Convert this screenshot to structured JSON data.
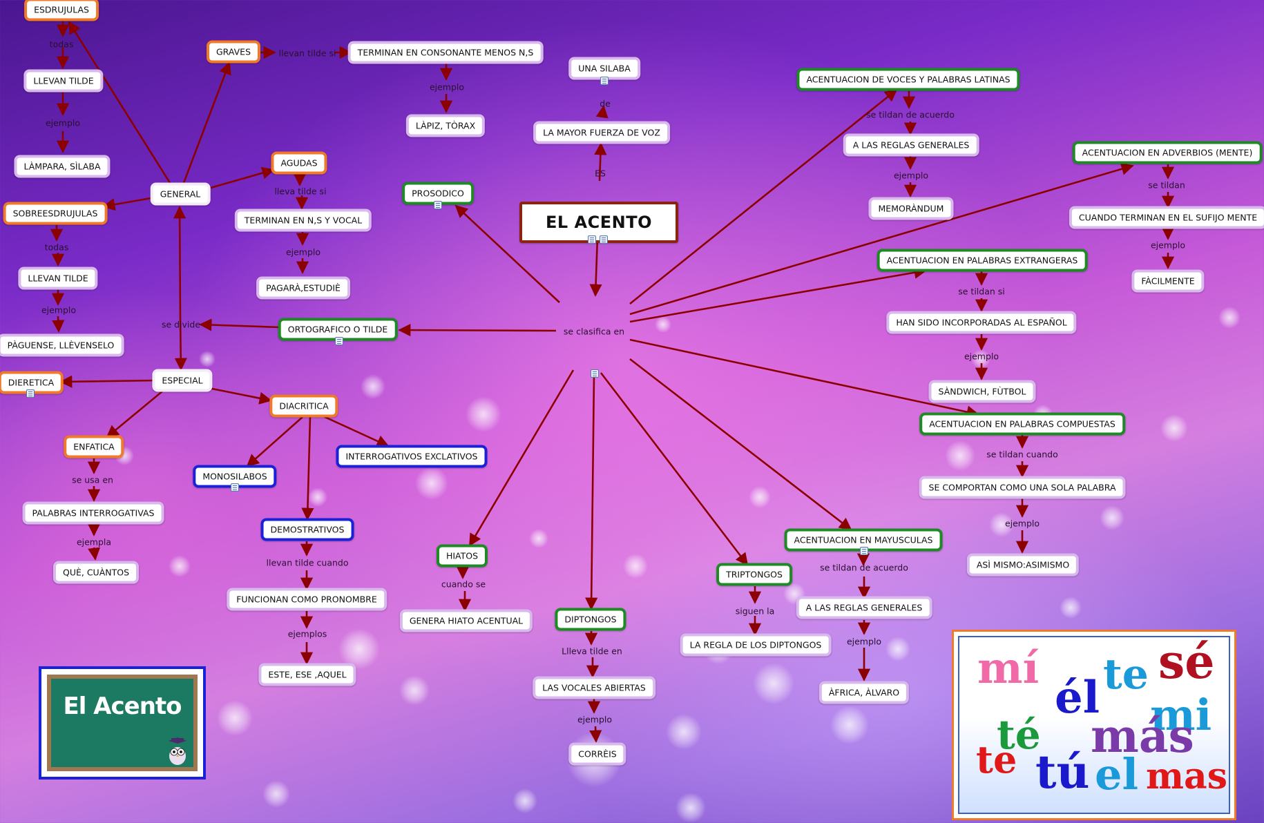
{
  "root": "EL ACENTO",
  "nodes": {
    "una_silaba": "UNA SILABA",
    "mayor_fuerza": "LA MAYOR FUERZA DE VOZ",
    "prosodico": "PROSODICO",
    "ortografico": "ORTOGRAFICO O TILDE",
    "general": "GENERAL",
    "especial": "ESPECIAL",
    "esdrujulas": "ESDRUJULAS",
    "llevan_tilde_1": "LLEVAN TILDE",
    "lampara": "LÀMPARA, SÌLABA",
    "graves": "GRAVES",
    "terminan_consonante": "TERMINAN EN CONSONANTE MENOS N,S",
    "lapiz": "LÀPIZ, TÒRAX",
    "agudas": "AGUDAS",
    "terminan_nsv": "TERMINAN EN N,S Y VOCAL",
    "pagara": "PAGARÀ,ESTUDIÈ",
    "sobreesdrujulas": "SOBREESDRUJULAS",
    "llevan_tilde_2": "LLEVAN TILDE",
    "paguense": "PÀGUENSE, LLÈVENSELO",
    "dieretica": "DIERETICA",
    "diacritica": "DIACRITICA",
    "enfatica": "ENFATICA",
    "palabras_interrogativas": "PALABRAS INTERROGATIVAS",
    "que_cuantos": "QUÈ, CUÀNTOS",
    "monosilabos": "MONOSILABOS",
    "interrogativos": "INTERROGATIVOS EXCLATIVOS",
    "demostrativos": "DEMOSTRATIVOS",
    "funcionan": "FUNCIONAN COMO PRONOMBRE",
    "este_ese": "ESTE, ESE ,AQUEL",
    "hiatos": "HIATOS",
    "genera_hiato": "GENERA HIATO ACENTUAL",
    "diptongos": "DIPTONGOS",
    "vocales_abiertas": "LAS VOCALES ABIERTAS",
    "correis": "CORRÈIS",
    "triptongos": "TRIPTONGOS",
    "regla_diptongos": "LA REGLA DE LOS DIPTONGOS",
    "mayusculas": "ACENTUACION EN MAYUSCULAS",
    "reglas_generales_2": "A LAS REGLAS GENERALES",
    "africa": "ÀFRICA, ÀLVARO",
    "latinas": "ACENTUACION DE VOCES Y PALABRAS LATINAS",
    "reglas_generales_1": "A LAS REGLAS GENERALES",
    "memorandum": "MEMORÀNDUM",
    "adverbios": "ACENTUACION EN ADVERBIOS (MENTE)",
    "sufijo_mente": "CUANDO TERMINAN EN EL SUFIJO MENTE",
    "facilmente": "FÀCILMENTE",
    "extranjeras": "ACENTUACION EN PALABRAS EXTRANGERAS",
    "incorporadas": "HAN SIDO INCORPORADAS AL ESPAÑOL",
    "sandwich": "SÀNDWICH, FÙTBOL",
    "compuestas": "ACENTUACION EN PALABRAS COMPUESTAS",
    "sola_palabra": "SE COMPORTAN COMO UNA SOLA PALABRA",
    "asi_mismo": "ASÌ MISMO:ASIMISMO"
  },
  "labels": {
    "de": "de",
    "es": "ES",
    "se_clasifica_en": "se clasifica en",
    "se_divide": "se divide",
    "todas_1": "todas",
    "ejemplo_1": "ejemplo",
    "llevan_tilde_si": "llevan tilde si",
    "ejemplo_graves": "ejemplo",
    "lleva_tilde_si": "lleva tilde si",
    "ejemplo_agudas": "ejemplo",
    "todas_2": "todas",
    "ejemplo_2": "ejemplo",
    "se_usa_en": "se usa en",
    "ejempla": "ejempla",
    "llevan_tilde_cuando": "llevan tilde cuando",
    "ejemplos": "ejemplos",
    "cuando_se": "cuando se",
    "lleva_tilde_en": "Llleva tilde en",
    "ejemplo_dipt": "ejemplo",
    "siguen_la": "siguen la",
    "se_tildan_de_acuerdo_2": "se tildan de acuerdo",
    "ejemplo_may": "ejemplo",
    "se_tildan_de_acuerdo_1": "se tildan de acuerdo",
    "ejemplo_lat": "ejemplo",
    "se_tildan": "se tildan",
    "ejemplo_adv": "ejemplo",
    "se_tildan_si": "se tildan si",
    "ejemplo_ext": "ejemplo",
    "se_tildan_cuando": "se tildan cuando",
    "ejemplo_comp": "ejemplo"
  },
  "board_title": "El Acento",
  "word_cloud": [
    "mí",
    "él",
    "te",
    "sé",
    "té",
    "mi",
    "más",
    "te",
    "tú",
    "el",
    "mas"
  ],
  "colors": {
    "arrow": "#8b0000",
    "orange": "#f07a2a",
    "green": "#1d8a24",
    "blue": "#1a22d8",
    "lavender": "#d9b8ee"
  }
}
